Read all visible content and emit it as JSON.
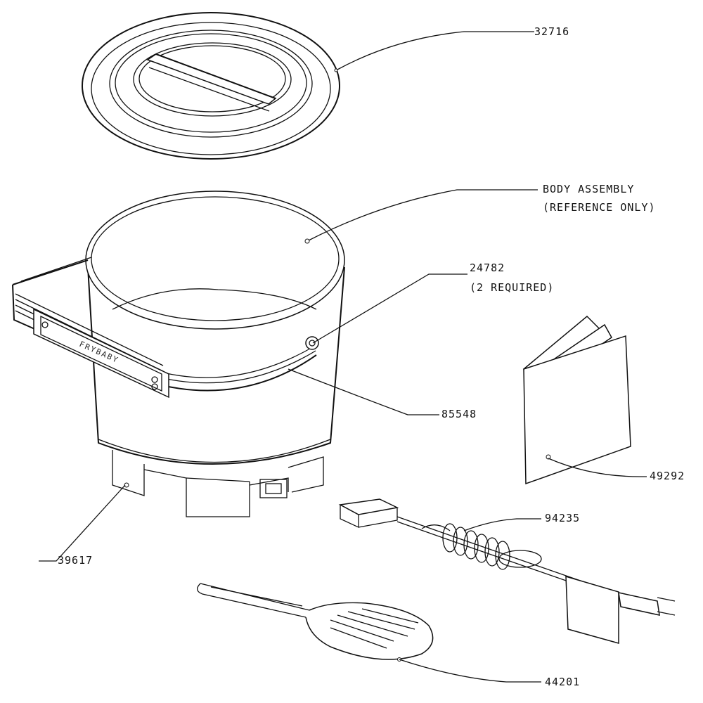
{
  "parts": {
    "lid": "32716",
    "body_line1": "BODY ASSEMBLY",
    "body_line2": "(REFERENCE ONLY)",
    "clip": "24782",
    "clip_note": "(2 REQUIRED)",
    "handle": "85548",
    "booklet": "49292",
    "cord": "94235",
    "base": "39617",
    "scoop": "44201"
  },
  "brand": "FRYBABY"
}
